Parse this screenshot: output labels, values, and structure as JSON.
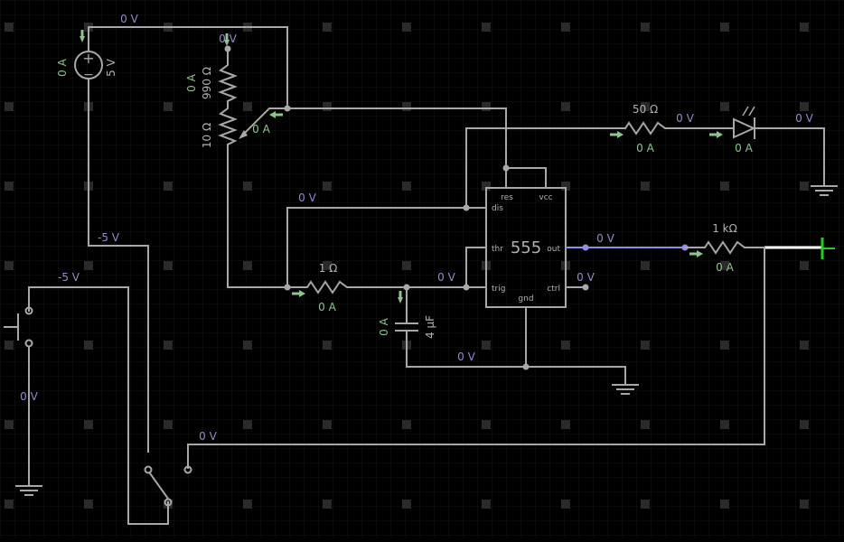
{
  "chip": {
    "label": "555",
    "pins": {
      "res": "res",
      "vcc": "vcc",
      "dis": "dis",
      "thr": "thr",
      "trig": "trig",
      "gnd": "gnd",
      "out": "out",
      "ctrl": "ctrl"
    }
  },
  "components": {
    "source": {
      "value": "5 V",
      "current": "0 A",
      "voltage_top": "0 V"
    },
    "pot": {
      "r_top": "990 Ω",
      "r_bottom": "10 Ω",
      "current_top": "0 A",
      "current_wiper": "0 A",
      "voltage_top": "0 V"
    },
    "r50": {
      "value": "50 Ω",
      "current": "0 A",
      "voltage": "0 V"
    },
    "led": {
      "current": "0 A",
      "voltage": "0 V"
    },
    "r1": {
      "value": "1 Ω",
      "current": "0 A"
    },
    "cap": {
      "value": "4 µF",
      "current": "0 A"
    },
    "r1k": {
      "value": "1 kΩ",
      "current": "0 A"
    }
  },
  "voltages": {
    "top_left_wire": "0 V",
    "dis_wire": "0 V",
    "trig_wire": "0 V",
    "out_wire": "0 V",
    "ctrl": "0 V",
    "gnd_wire": "0 V",
    "neg_left": "-5 V",
    "neg_switch": "-5 V",
    "left_ground": "0 V",
    "bottom_wire": "0 V"
  },
  "colors": {
    "background": "#000000",
    "wire": "#a8a8a8",
    "voltage_label": "#8e8ec9",
    "current_label": "#8ec58e",
    "highlight_wire": "#8f8fe6",
    "probe": "#22cc22"
  }
}
